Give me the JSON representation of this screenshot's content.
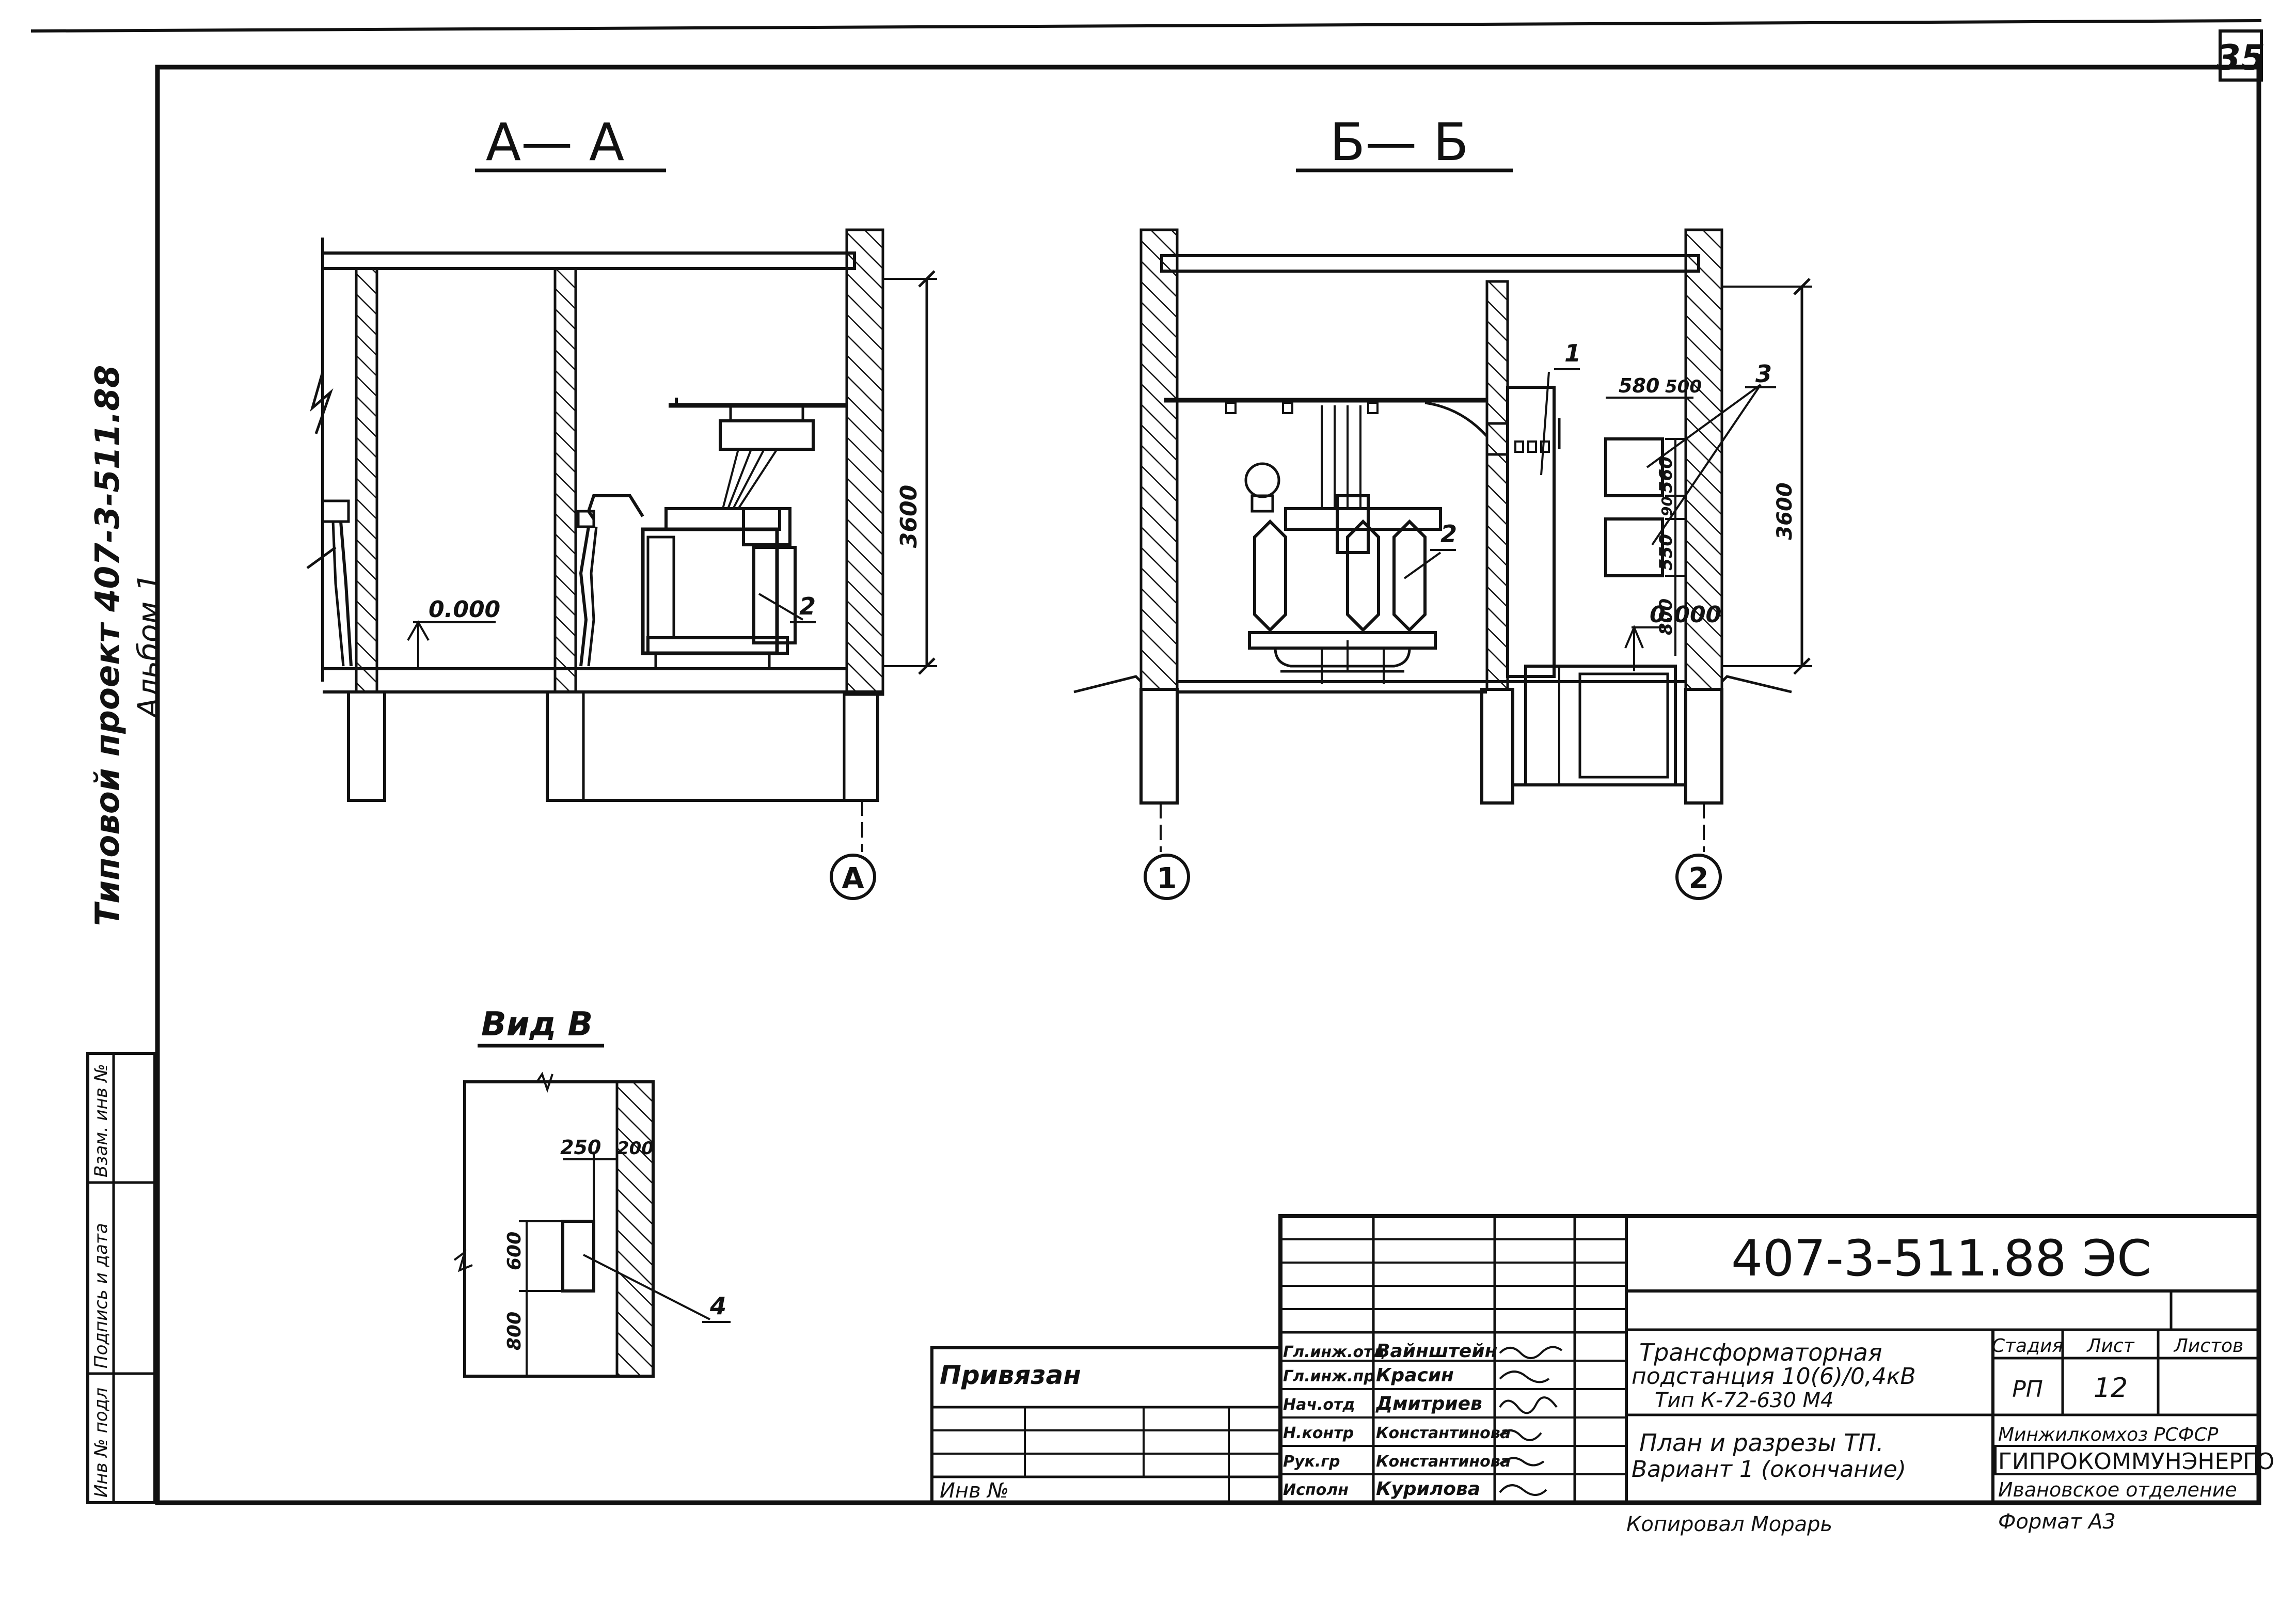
{
  "sheet": {
    "number": "35",
    "side_label_line1": "Типовой проект 407-3-511.88",
    "side_label_line2": "Альбом 1"
  },
  "views": {
    "section_aa": {
      "title": "А— А",
      "axis": "А",
      "height_dim": "3600",
      "level": "0.000",
      "callout_2": "2"
    },
    "section_bb": {
      "title": "Б— Б",
      "axis_left": "1",
      "axis_right": "2",
      "height_dim": "3600",
      "level": "0.000",
      "dim_580": "580",
      "dim_500": "500",
      "dim_560": "560",
      "dim_550": "550",
      "dim_90": "90",
      "dim_800": "800",
      "callout_1": "1",
      "callout_2": "2",
      "callout_3": "3"
    },
    "view_b": {
      "title": "Вид В",
      "dim_250": "250",
      "dim_200": "200",
      "dim_600": "600",
      "dim_800": "800",
      "callout_4": "4"
    }
  },
  "left_strip": {
    "col1": "Инв № подл",
    "col2": "Подпись и дата",
    "col3": "Взам. инв №"
  },
  "title_block": {
    "doc_code": "407-3-511.88 ЭС",
    "privyazan": "Привязан",
    "inv_no": "Инв №",
    "roles": [
      {
        "role": "Гл.инж.отд",
        "name": "Вайнштейн"
      },
      {
        "role": "Гл.инж.пр",
        "name": "Красин"
      },
      {
        "role": "Нач.отд",
        "name": "Дмитриев"
      },
      {
        "role": "Н.контр",
        "name": "Константинова"
      },
      {
        "role": "Рук.гр",
        "name": "Константинова"
      },
      {
        "role": "Исполн",
        "name": "Курилова"
      }
    ],
    "title_line1": "Трансформаторная",
    "title_line2": "подстанция 10(6)/0,4кВ",
    "title_line3": "Тип К-72-630 М4",
    "subtitle_line1": "План и разрезы ТП.",
    "subtitle_line2": "Вариант 1 (окончание)",
    "stage_header": "Стадия",
    "sheet_header": "Лист",
    "sheets_header": "Листов",
    "stage": "РП",
    "sheet_no": "12",
    "org_line1": "Минжилкомхоз РСФСР",
    "org_line2": "ГИПРОКОММУНЭНЕРГО",
    "org_line3": "Ивановское отделение",
    "copied": "Копировал  Морарь",
    "format": "Формат А3"
  }
}
